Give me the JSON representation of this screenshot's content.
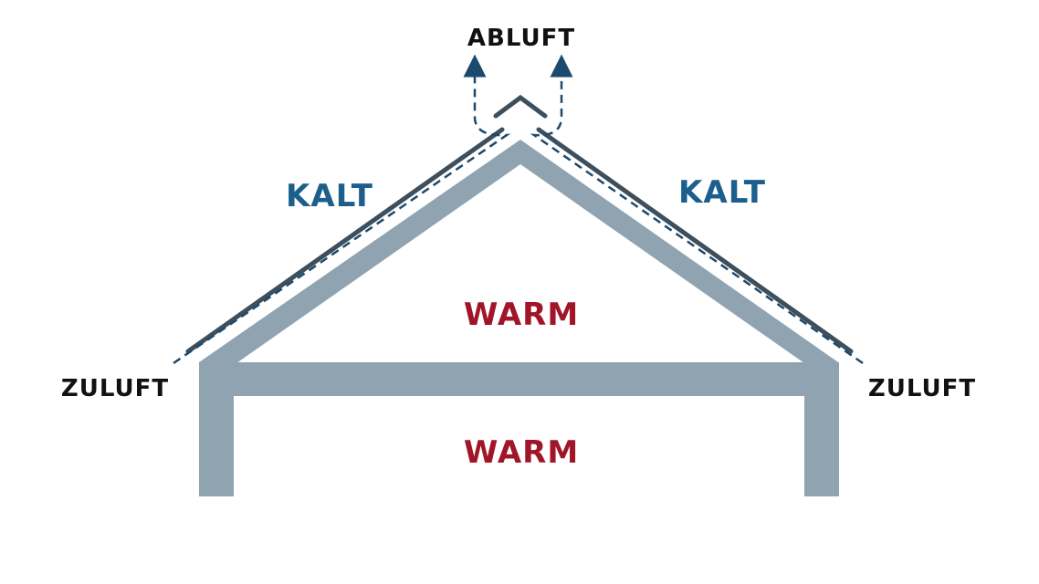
{
  "labels": {
    "exhaust": "ABLUFT",
    "supply_left": "ZULUFT",
    "supply_right": "ZULUFT",
    "cold_left": "KALT",
    "cold_right": "KALT",
    "warm_attic": "WARM",
    "warm_room": "WARM"
  },
  "colors": {
    "structure": "#8fa3b0",
    "roof_skin": "#3d4f5c",
    "airflow": "#1c4a6e",
    "cold_text": "#1c5f8c",
    "warm_text": "#a01628",
    "air_text": "#111111"
  }
}
